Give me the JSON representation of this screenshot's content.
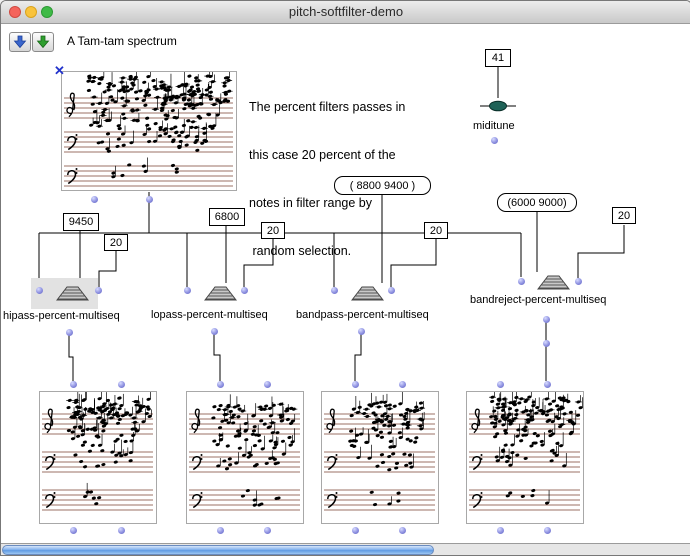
{
  "window": {
    "title": "pitch-softfilter-demo"
  },
  "heading": "A Tam-tam spectrum",
  "comment": [
    "The percent filters passes in",
    "this case 20 percent of the",
    "notes in filter range by",
    " random selection."
  ],
  "miditune": {
    "value": "41",
    "label": "miditune"
  },
  "modules": [
    {
      "name": "hipass",
      "freq": "9450",
      "percent": "20",
      "label": "hipass-percent-multiseq"
    },
    {
      "name": "lopass",
      "freq": "6800",
      "percent": "20",
      "label": "lopass-percent-multiseq"
    },
    {
      "name": "bandpass",
      "freq": "( 8800 9400 )",
      "percent": "20",
      "label": "bandpass-percent-multiseq"
    },
    {
      "name": "bandreject",
      "freq": "(6000 9000)",
      "percent": "20",
      "label": "bandreject-percent-multiseq"
    }
  ],
  "colors": {
    "connection_dot": "#8d90e0",
    "staff_line": "#7a4030",
    "knob": "#1e6257",
    "selection_x": "#2233cc",
    "arrow_blue": "#3a66cc",
    "arrow_green": "#2e9e2e"
  }
}
